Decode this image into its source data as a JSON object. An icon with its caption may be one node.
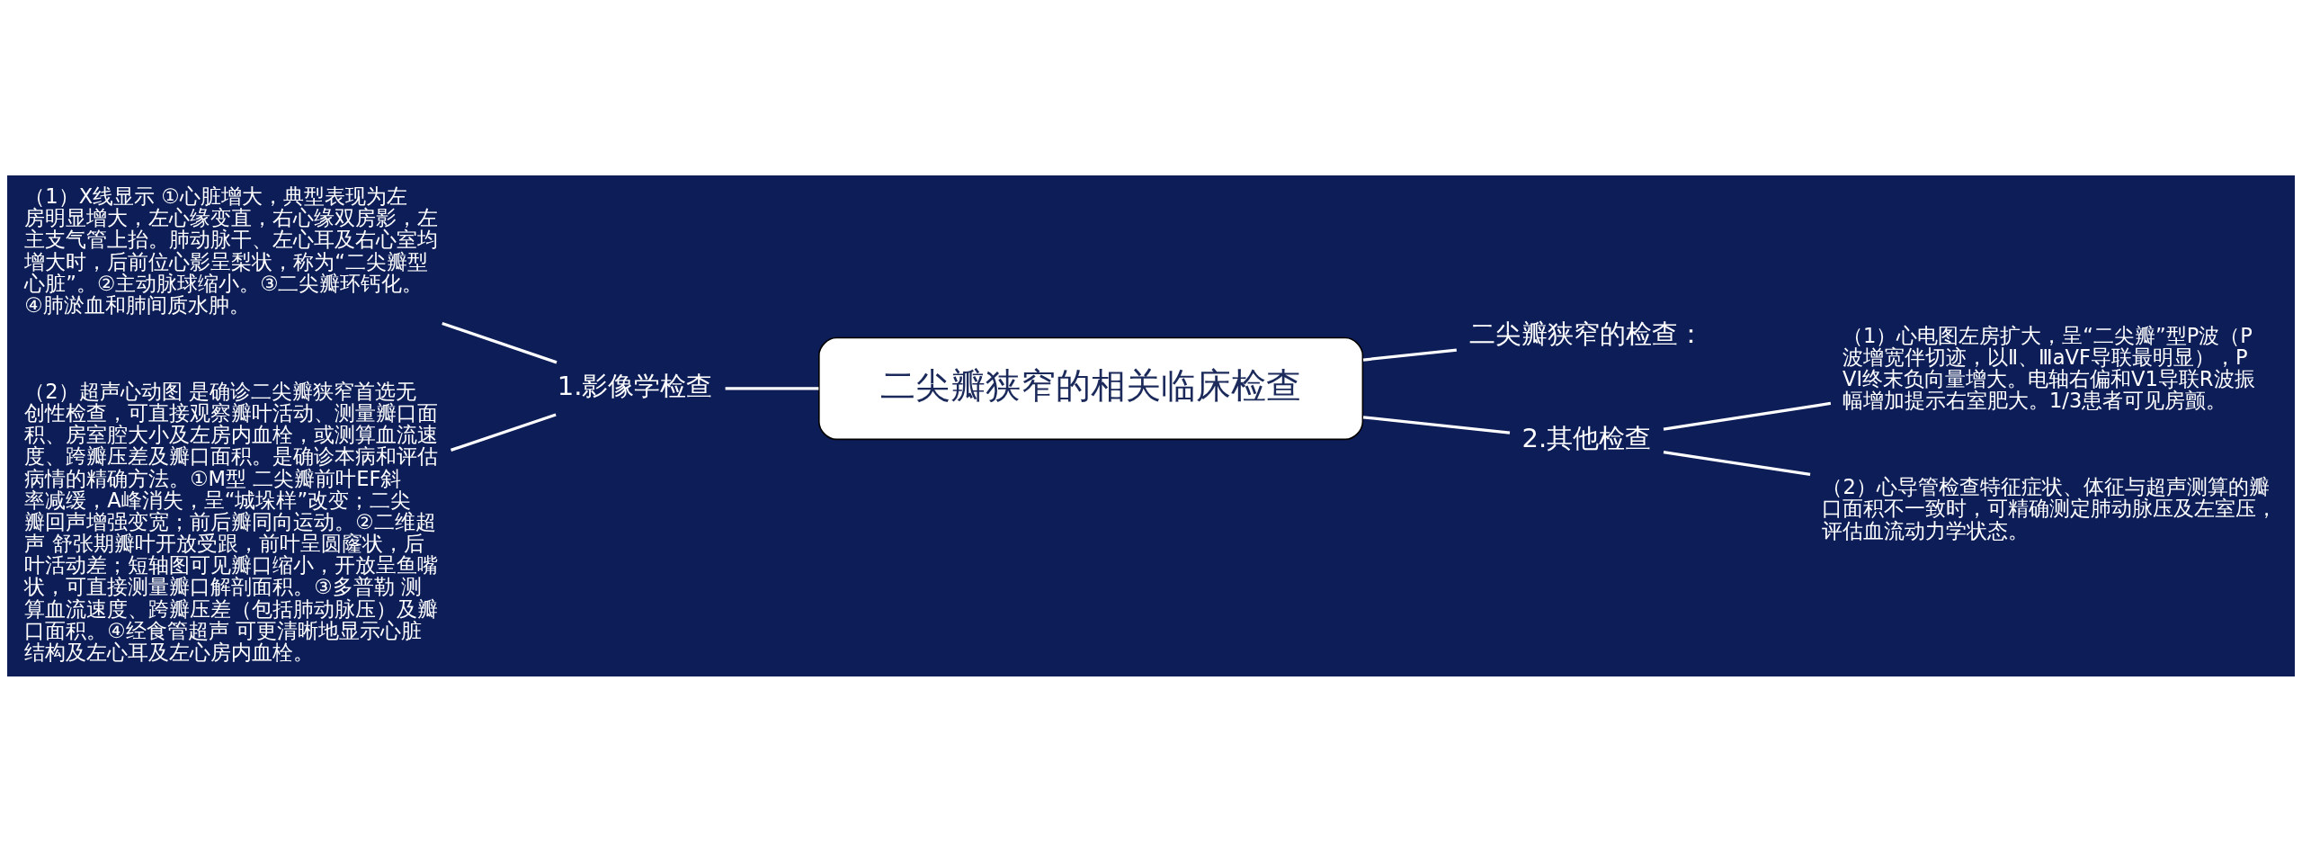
{
  "diagram": {
    "nodes": [
      {
        "text": [
          "二尖瓣狭窄的相关临床检查"
        ]
      },
      {
        "text": [
          "二尖瓣狭窄的检查："
        ]
      },
      {
        "text": [
          "1.影像学检查"
        ]
      },
      {
        "text": [
          "2.其他检查"
        ]
      },
      {
        "text": [
          "（1）X线显示 ①心脏增大，典型表现为左房明显增大，左心缘变直，右心缘双房影，左主支气管上抬。肺动脉干、左心耳及右心室均增大时，后前位心影呈梨状，称为“二尖瓣型心脏”。②主动脉球缩小。③二尖瓣环钙化。④肺淤血和肺间质水肿。"
        ]
      },
      {
        "text": [
          "（2）超声心动图 是确诊二尖瓣狭窄首选无创性检查，可直接观察瓣叶活动、测量瓣口面积、房室腔大小及左房内血栓，或测算血流速度、跨瓣压差及瓣口面积。是确诊本病和评估病情的精确方法。①M型 二尖瓣前叶EF斜率减缓，A峰消失，呈“城垛样”改变；二尖瓣回声增强变宽；前后瓣同向运动。②二维超声 舒张期瓣叶开放受跟，前叶呈圆窿状，后叶活动差；短轴图可见瓣口缩小，开放呈鱼嘴状，可直接测量瓣口解剖面积。③多普勒 测算血流速度、跨瓣压差（包括肺动脉压）及瓣口面积。④经食管超声 可更清晰地显示心脏结构及左心耳及左心房内血栓。"
        ]
      },
      {
        "text": [
          "（1）心电图左房扩大，呈“二尖瓣”型P波（P波增宽伴切迹，以Ⅱ、ⅢaVF导联最明显），PVI终末负向量增大。电轴右偏和V1导联R波振幅增加提示右室肥大。1/3患者可见房颤。"
        ]
      },
      {
        "text": [
          "（2）心导管检查特征症状、体征与超声测算的瓣口面积不一致时，可精确测定肺动脉压及左室压，评估血流动力学状态。"
        ]
      }
    ],
    "edges": [
      {
        "from": 0,
        "to": 1,
        "arrow": "none"
      },
      {
        "from": 0,
        "to": 2,
        "arrow": "none"
      },
      {
        "from": 0,
        "to": 3,
        "arrow": "none"
      },
      {
        "from": 2,
        "to": 4,
        "arrow": "none"
      },
      {
        "from": 2,
        "to": 5,
        "arrow": "none"
      },
      {
        "from": 3,
        "to": 6,
        "arrow": "none"
      },
      {
        "from": 3,
        "to": 7,
        "arrow": "none"
      }
    ]
  }
}
